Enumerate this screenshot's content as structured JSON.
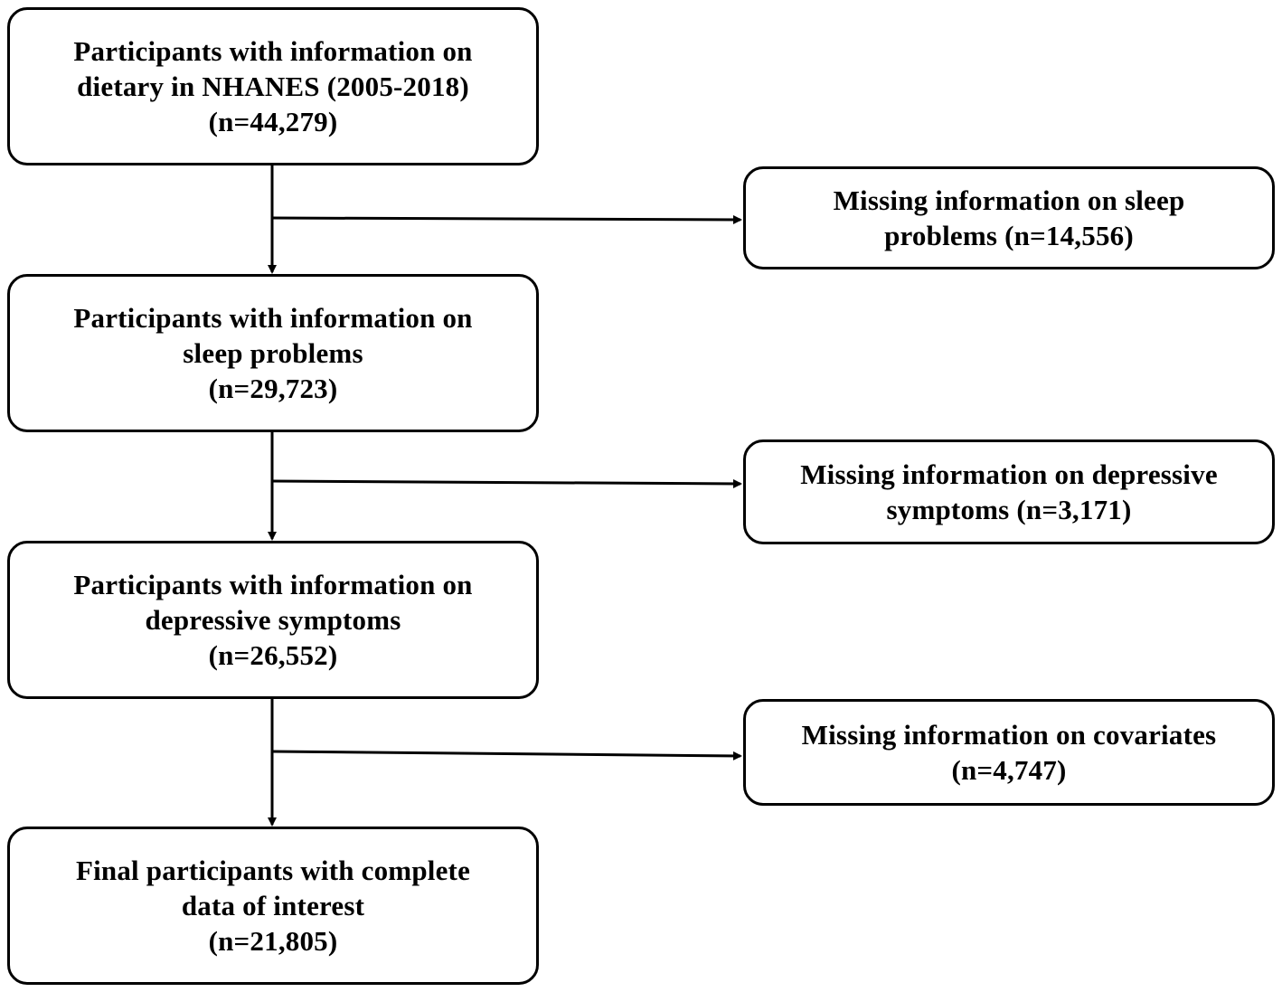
{
  "flowchart": {
    "main_boxes": [
      {
        "lines": [
          "Participants with information on",
          "dietary in NHANES (2005-2018)",
          "(n=44,279)"
        ]
      },
      {
        "lines": [
          "Participants with information on",
          "sleep problems",
          "(n=29,723)"
        ]
      },
      {
        "lines": [
          "Participants with information on",
          "depressive symptoms",
          "(n=26,552)"
        ]
      },
      {
        "lines": [
          "Final participants with complete",
          "data of interest",
          "(n=21,805)"
        ]
      }
    ],
    "exclusion_boxes": [
      {
        "lines": [
          "Missing information on sleep",
          "problems (n=14,556)"
        ]
      },
      {
        "lines": [
          "Missing information on depressive",
          "symptoms (n=3,171)"
        ]
      },
      {
        "lines": [
          "Missing information on covariates",
          "(n=4,747)"
        ]
      }
    ]
  }
}
